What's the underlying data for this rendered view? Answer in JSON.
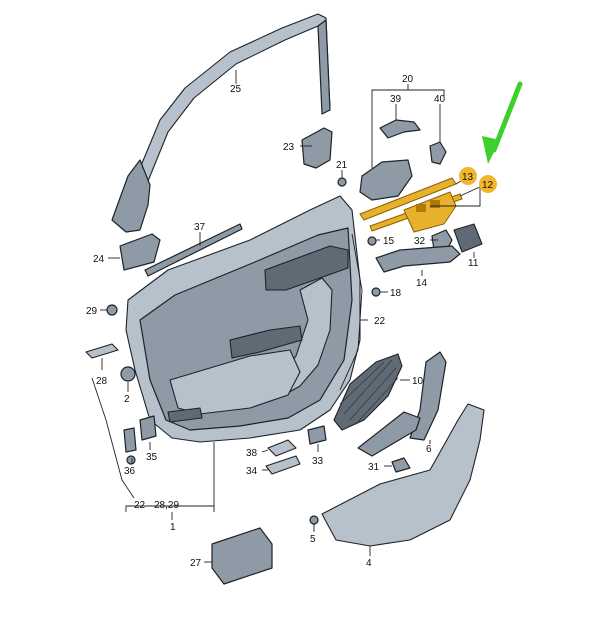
{
  "diagram": {
    "callouts": [
      {
        "id": "c25",
        "label": "25"
      },
      {
        "id": "c23",
        "label": "23"
      },
      {
        "id": "c21",
        "label": "21"
      },
      {
        "id": "c20",
        "label": "20"
      },
      {
        "id": "c39",
        "label": "39"
      },
      {
        "id": "c40",
        "label": "40"
      },
      {
        "id": "c13",
        "label": "13",
        "highlight": true
      },
      {
        "id": "c12",
        "label": "12",
        "highlight": true
      },
      {
        "id": "c37",
        "label": "37"
      },
      {
        "id": "c24",
        "label": "24"
      },
      {
        "id": "c15",
        "label": "15"
      },
      {
        "id": "c32",
        "label": "32"
      },
      {
        "id": "c11",
        "label": "11"
      },
      {
        "id": "c14",
        "label": "14"
      },
      {
        "id": "c18",
        "label": "18"
      },
      {
        "id": "c29",
        "label": "29"
      },
      {
        "id": "c22a",
        "label": "22"
      },
      {
        "id": "c28",
        "label": "28"
      },
      {
        "id": "c10",
        "label": "10"
      },
      {
        "id": "c2",
        "label": "2"
      },
      {
        "id": "c6",
        "label": "6"
      },
      {
        "id": "c35",
        "label": "35"
      },
      {
        "id": "c36",
        "label": "36"
      },
      {
        "id": "c38",
        "label": "38"
      },
      {
        "id": "c33",
        "label": "33"
      },
      {
        "id": "c34",
        "label": "34"
      },
      {
        "id": "c31",
        "label": "31"
      },
      {
        "id": "c22b",
        "label": "22"
      },
      {
        "id": "c2829",
        "label": "28,29"
      },
      {
        "id": "c1",
        "label": "1"
      },
      {
        "id": "c5",
        "label": "5"
      },
      {
        "id": "c27",
        "label": "27"
      },
      {
        "id": "c4",
        "label": "4"
      }
    ],
    "colors": {
      "part_fill": "#8e9aa6",
      "highlight": "#f2b62a",
      "arrow": "#3dcf2b",
      "line": "#1e2328"
    }
  }
}
